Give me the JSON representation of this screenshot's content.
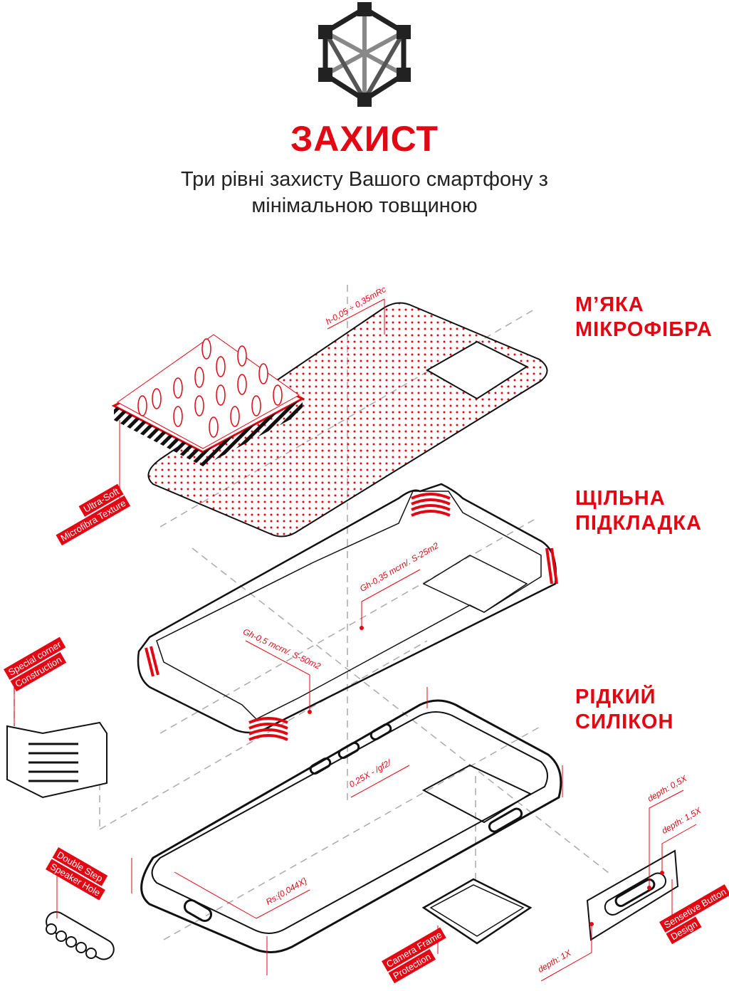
{
  "header": {
    "logo_icon": "hexagon-network-icon",
    "title": "ЗАХИСТ",
    "subtitle_line1": "Три рівні захисту Вашого смартфону з",
    "subtitle_line2": "мінімальною товщиною"
  },
  "layers": [
    {
      "line1": "М’ЯКА",
      "line2": "МІКРОФІБРА"
    },
    {
      "line1": "ЩІЛЬНА",
      "line2": "ПІДКЛАДКА"
    },
    {
      "line1": "РІДКИЙ",
      "line2": "СИЛІКОН"
    }
  ],
  "tags": {
    "microfibra": [
      "Ultra-Soft",
      "Microfibra Texture"
    ],
    "corner": [
      "Special corner",
      "Construction"
    ],
    "speaker": [
      "Double Step",
      "Speaker Hole"
    ],
    "camera": [
      "Camera Frame",
      "Protection"
    ],
    "button": [
      "Sensetive Button",
      "Design"
    ]
  },
  "dimensions": {
    "thickness": "h-0,05 ÷ 0,35mRc",
    "gh_upper": "Gh-0,35 mcrn/. S-25m2",
    "gh_lower": "Gh-0,5 mcrn/. S-50m2",
    "gap": "0,25X - /gf2/",
    "radius": "Rs:{0,044X}",
    "depth_05": "depth: 0,5X",
    "depth_15": "depth: 1,5X",
    "depth_1": "depth: 1X"
  },
  "colors": {
    "accent": "#e30613",
    "line": "#111111"
  }
}
